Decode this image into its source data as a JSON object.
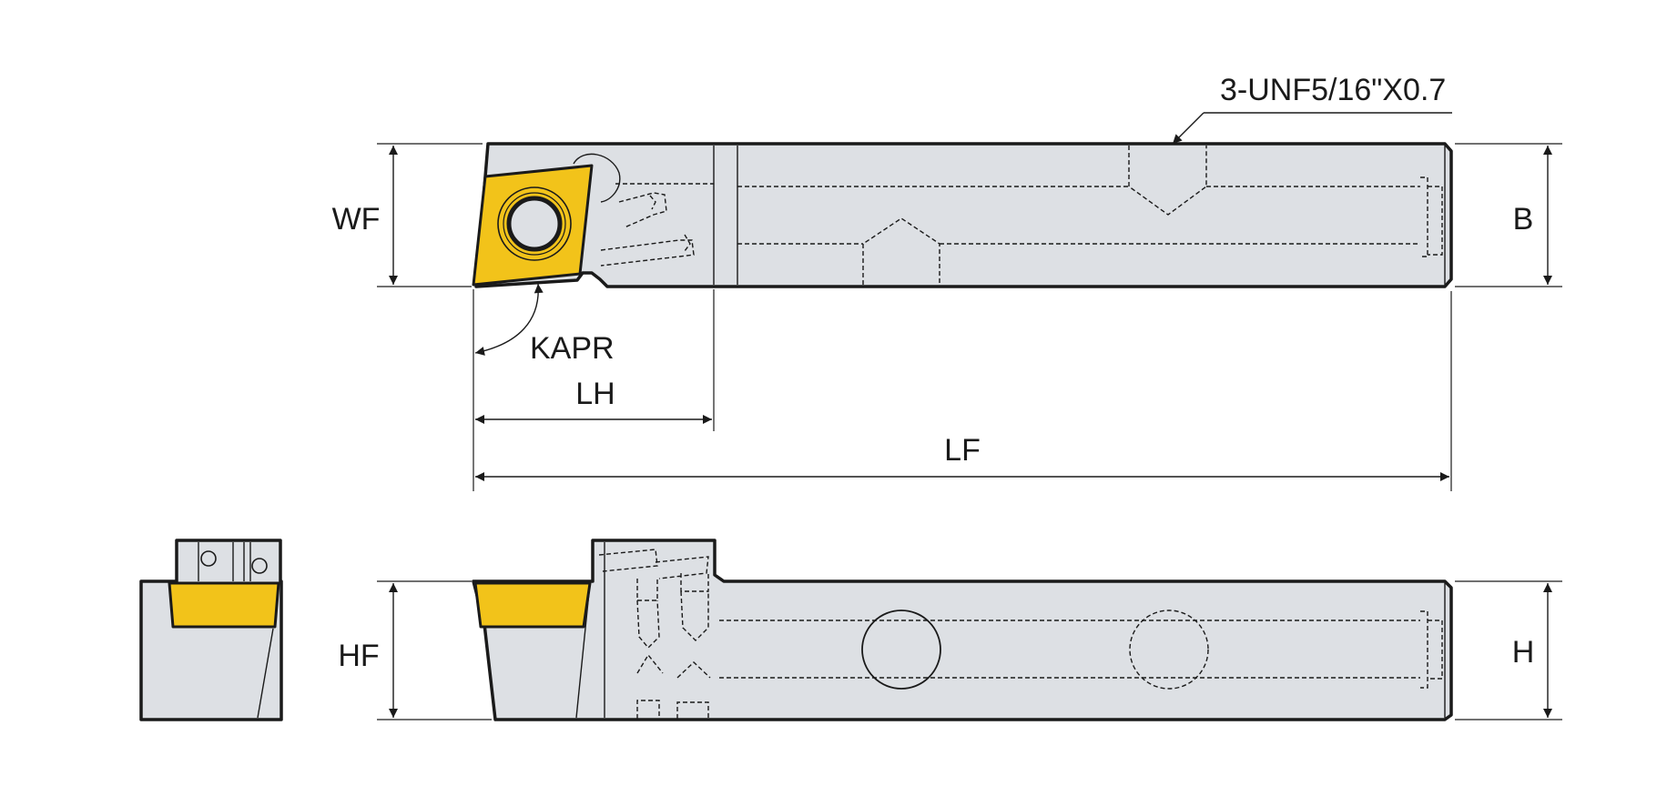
{
  "labels": {
    "wf": "WF",
    "b": "B",
    "kapr": "KAPR",
    "lh": "LH",
    "lf": "LF",
    "hf": "HF",
    "h": "H",
    "thread": "3-UNF5/16\"X0.7"
  },
  "colors": {
    "body": "#dde0e4",
    "insert": "#f2c31a",
    "line": "#1a1a1a"
  }
}
